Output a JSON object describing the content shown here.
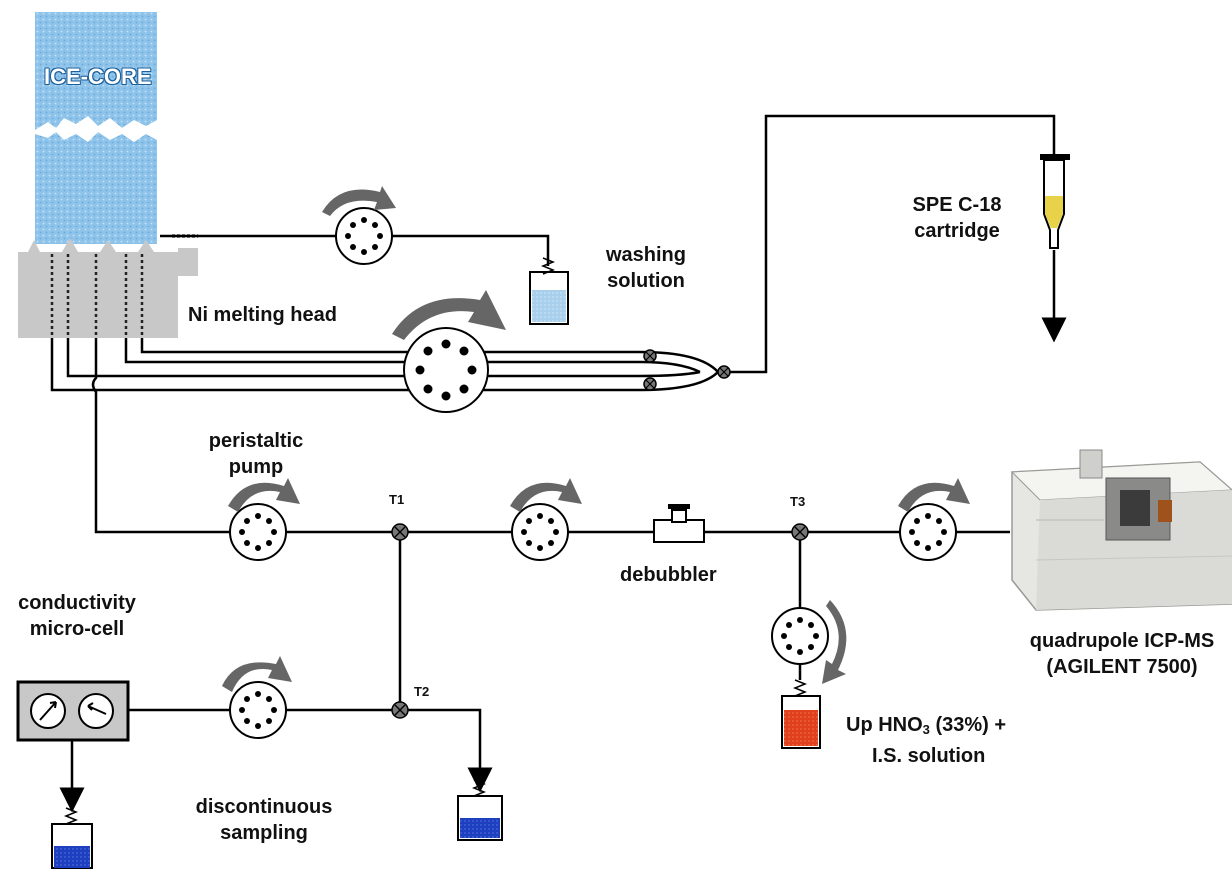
{
  "labels": {
    "ice_core": "ICE-CORE",
    "melting_head": "Ni melting head",
    "washing_line1": "washing",
    "washing_line2": "solution",
    "spe_line1": "SPE C-18",
    "spe_line2": "cartridge",
    "peristaltic_line1": "peristaltic",
    "peristaltic_line2": "pump",
    "t1": "T1",
    "t2": "T2",
    "t3": "T3",
    "debubbler": "debubbler",
    "conductivity_line1": "conductivity",
    "conductivity_line2": "micro-cell",
    "discontinuous_line1": "discontinuous",
    "discontinuous_line2": "sampling",
    "icpms_line1": "quadrupole ICP-MS",
    "icpms_line2": "(AGILENT 7500)",
    "acid_prefix": "Up HNO",
    "acid_sub": "3",
    "acid_suffix": " (33%) +",
    "acid_line2": "I.S. solution"
  },
  "colors": {
    "ice": "#8ec3ea",
    "head": "#c8c8c8",
    "washing_liquid": "#a8d0ec",
    "sample_liquid": "#1e3fc0",
    "acid_liquid": "#e0401c",
    "cartridge_fill": "#e8d24a",
    "arrow": "#666666",
    "line": "#000000"
  }
}
